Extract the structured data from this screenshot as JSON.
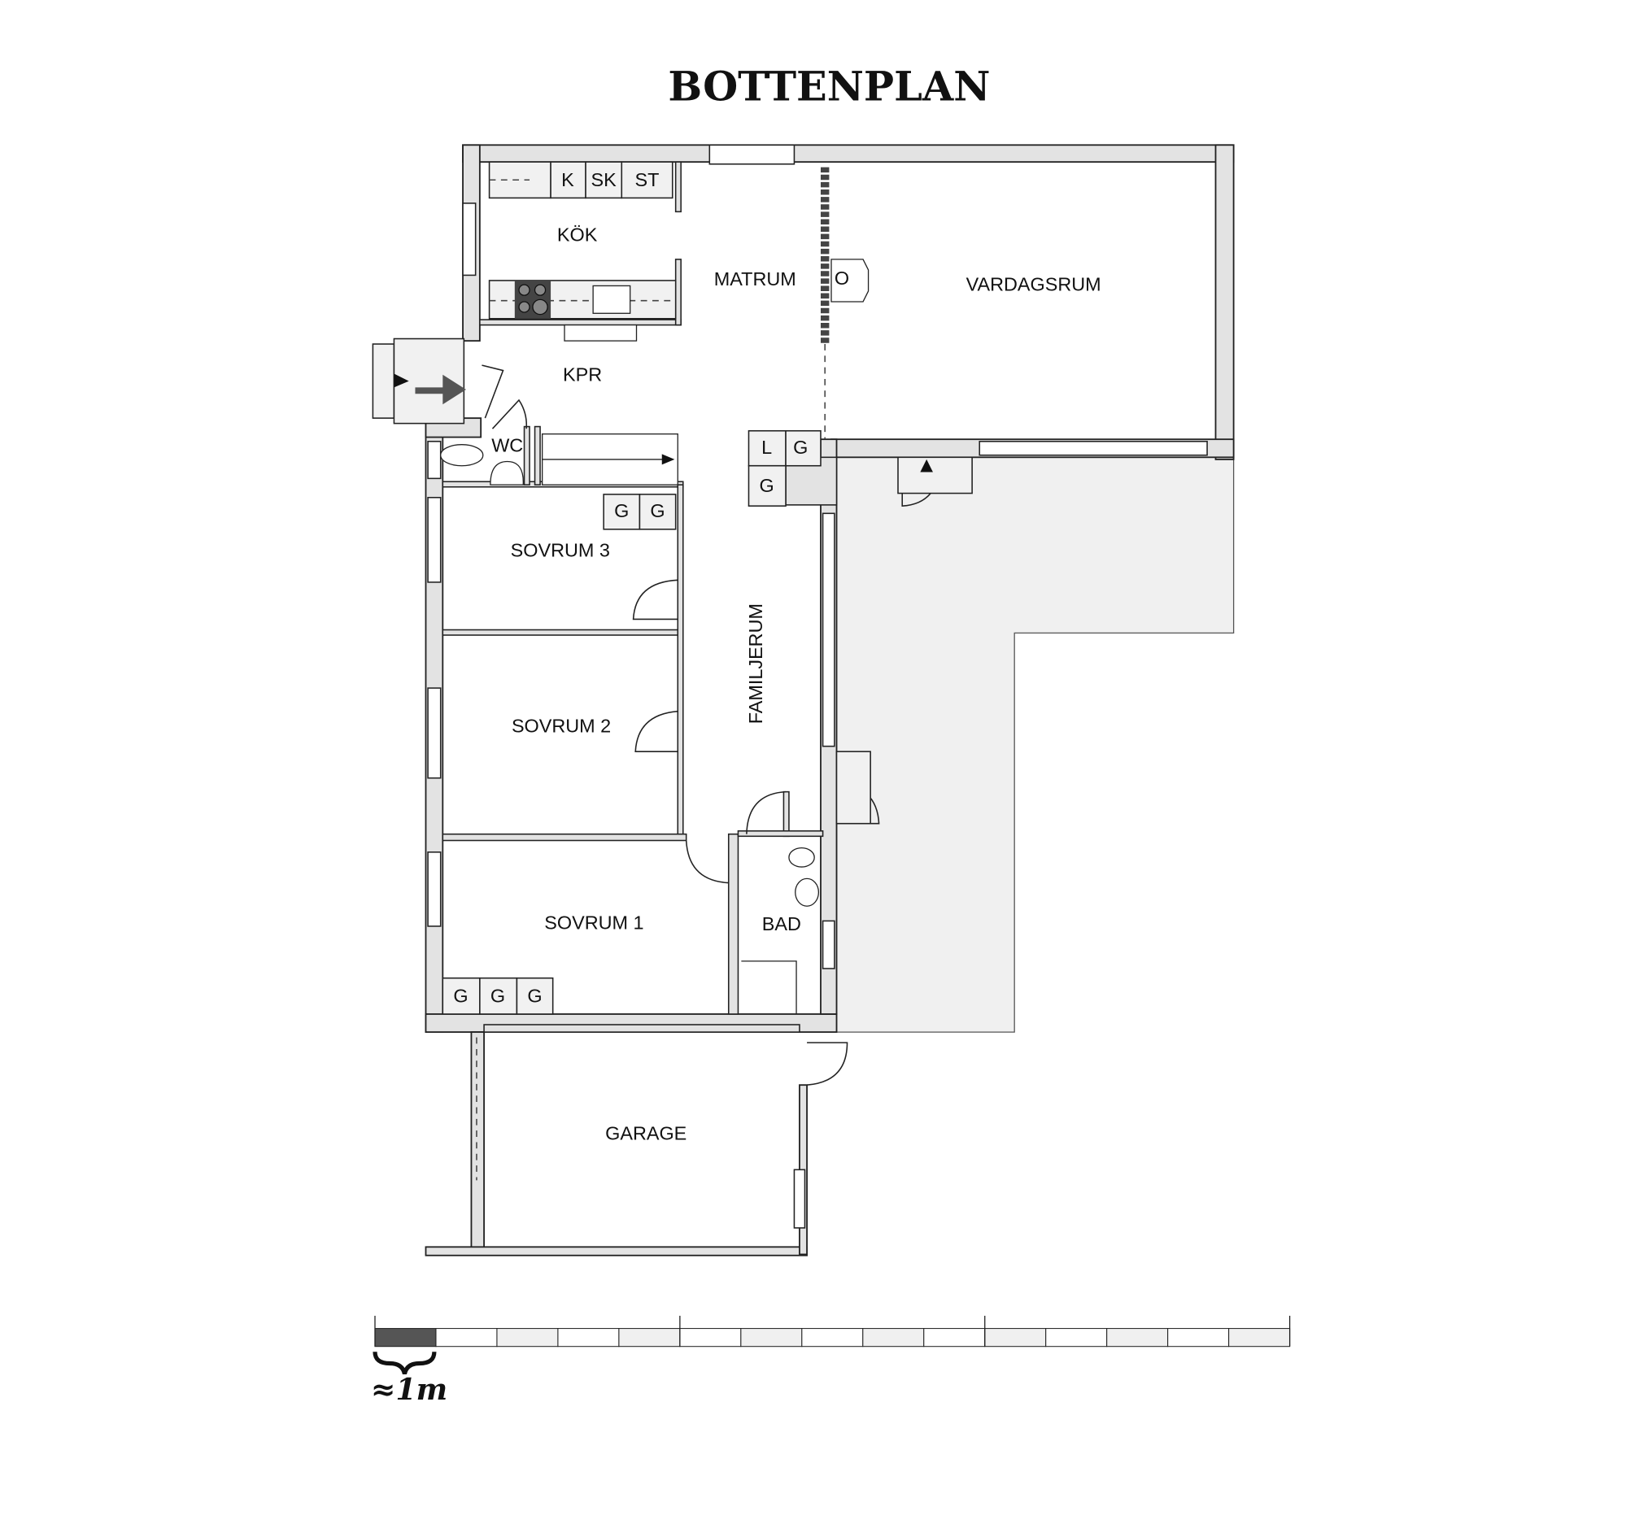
{
  "title": "BOTTENPLAN",
  "rooms": {
    "kok": "KÖK",
    "matrum": "MATRUM",
    "vardagsrum": "VARDAGSRUM",
    "kpr": "KPR",
    "wc": "WC",
    "sovrum3": "SOVRUM 3",
    "sovrum2": "SOVRUM 2",
    "sovrum1": "SOVRUM 1",
    "familjerum": "FAMILJERUM",
    "bad": "BAD",
    "garage": "GARAGE"
  },
  "fixtures": {
    "kitchen": [
      "K",
      "SK",
      "ST"
    ],
    "hall": [
      "L",
      "G",
      "G"
    ],
    "sovrum3": [
      "G",
      "G"
    ],
    "sovrum1": [
      "G",
      "G",
      "G"
    ],
    "fireplace": "O"
  },
  "scale": {
    "label": "≈1m"
  },
  "colors": {
    "wall": "#e3e3e3",
    "terrace": "#f0f0f0",
    "line": "#222222",
    "scale_dark": "#555555"
  }
}
